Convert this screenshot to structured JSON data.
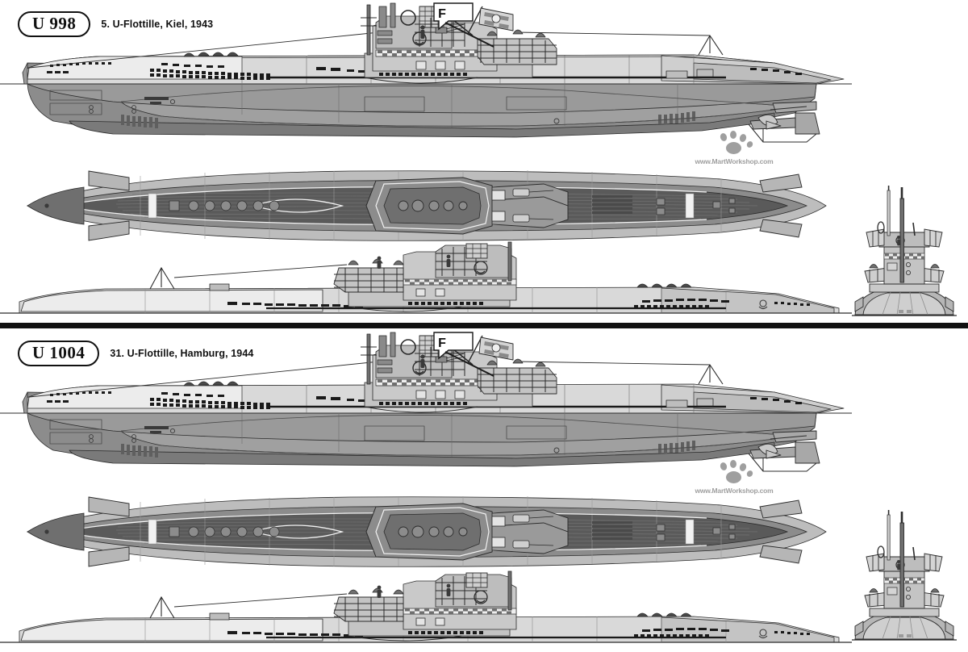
{
  "sheet": {
    "background": "#ffffff",
    "watermark": {
      "url_text": "www.MartWorkshop.com",
      "icon": "paw-print-icon",
      "color": "#9a9a9a"
    },
    "divider_color": "#111111"
  },
  "palette": {
    "outline": "#2b2b2b",
    "deck_light": "#e8e8e8",
    "hull_light": "#d4d4d4",
    "hull_mid": "#a8a8a8",
    "hull_dark": "#8c8c8c",
    "hull_darker": "#6f6f6f",
    "deck_plan_dark": "#5a5a5a",
    "deck_plan_darker": "#4a4a4a",
    "tower_gray": "#b6b6b6",
    "black": "#1a1a1a",
    "white": "#ffffff"
  },
  "panels": [
    {
      "id": "u998",
      "badge": "U 998",
      "caption": "5. U-Flottille, Kiel, 1943",
      "callout": "F",
      "views": [
        {
          "name": "starboard-side-profile-surfaced",
          "label": "starboard side profile"
        },
        {
          "name": "plan-top-view",
          "label": "plan / top view"
        },
        {
          "name": "port-side-profile-waterline",
          "label": "port side waterline profile"
        },
        {
          "name": "bow-on-elevation",
          "label": "bow-on elevation"
        }
      ]
    },
    {
      "id": "u1004",
      "badge": "U 1004",
      "caption": "31. U-Flottille, Hamburg, 1944",
      "callout": "F",
      "views": [
        {
          "name": "starboard-side-profile-surfaced",
          "label": "starboard side profile"
        },
        {
          "name": "plan-top-view",
          "label": "plan / top view"
        },
        {
          "name": "port-side-profile-waterline",
          "label": "port side waterline profile"
        },
        {
          "name": "bow-on-elevation",
          "label": "bow-on elevation"
        }
      ]
    }
  ]
}
